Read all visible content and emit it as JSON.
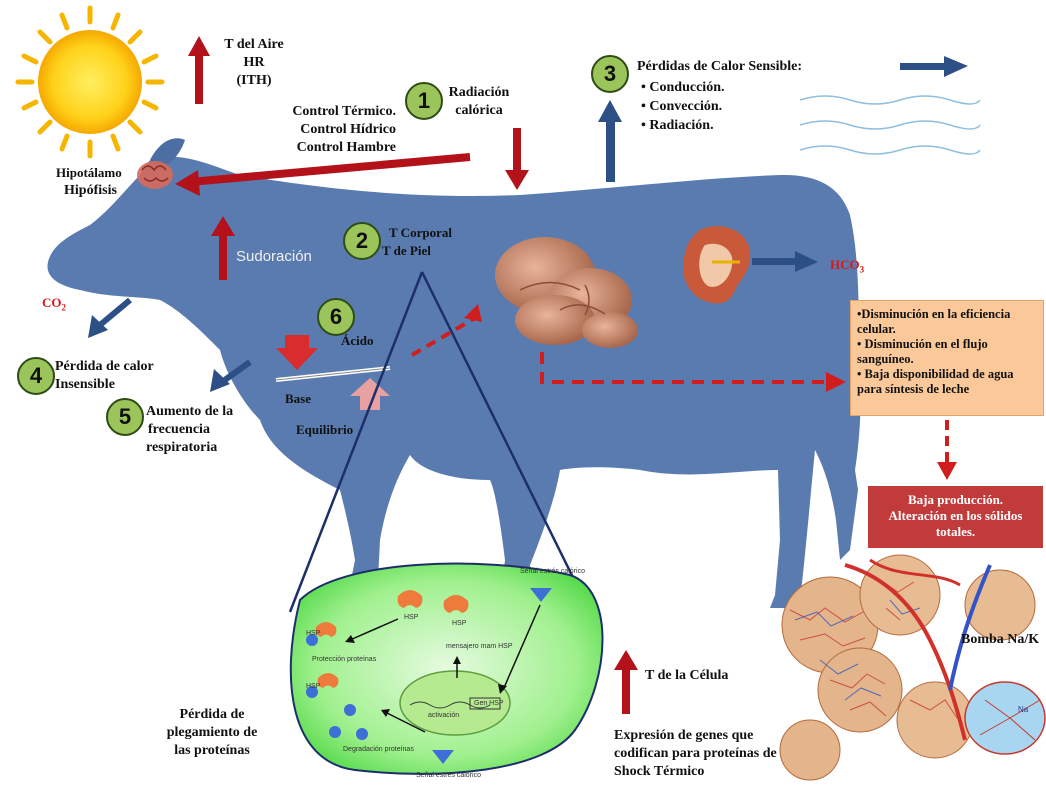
{
  "environment": {
    "lines": [
      "T del Aire",
      "HR",
      "(ITH)"
    ]
  },
  "controls": {
    "lines": [
      "Control Térmico.",
      "Control Hídrico",
      "Control Hambre"
    ]
  },
  "hypothalamus": {
    "line1": "Hipotálamo",
    "line2": "Hipófisis"
  },
  "steps": {
    "s1": {
      "num": "1",
      "lines": [
        "Radiación",
        "calórica"
      ]
    },
    "s2": {
      "num": "2",
      "lines": [
        "T Corporal",
        "T de Piel"
      ]
    },
    "s3": {
      "num": "3",
      "title": "Pérdidas de Calor Sensible:",
      "items": [
        "• Conducción.",
        "• Convección.",
        "• Radiación."
      ]
    },
    "s4": {
      "num": "4",
      "lines": [
        "Pérdida de calor",
        "Insensible"
      ]
    },
    "s5": {
      "num": "5",
      "lines": [
        "Aumento de la",
        "frecuencia",
        "respiratoria"
      ]
    },
    "s6": {
      "num": "6"
    }
  },
  "sweating": "Sudoración",
  "co2": "CO",
  "co2_sub": "2",
  "hco3": "HCO",
  "hco3_sub": "3",
  "acid_base": {
    "acid": "Ácido",
    "base": "Base",
    "balance": "Equilibrio"
  },
  "effects": [
    "•Disminución en la eficiencia celular.",
    "• Disminución en el flujo sanguíneo.",
    "• Baja disponibilidad de agua para síntesis de leche"
  ],
  "outcome": {
    "lines": [
      "Baja producción.",
      "Alteración en los sólidos",
      "totales."
    ]
  },
  "cell": {
    "signal_top": "Señal estrés calórico",
    "signal_bottom": "Señal estres calorico",
    "hsp1": "HSP",
    "hsp2": "HSP",
    "hsp_left1": "HSP",
    "hsp_left2": "HSP",
    "protection": "Protección proteínas",
    "degradation": "Degradación proteínas",
    "mrna": "mensajero mam HSP",
    "activation": "activación",
    "gene": "Gen HSP"
  },
  "cell_temp": "T de la Célula",
  "protein_loss": [
    "Pérdida de",
    "plegamiento de",
    "las proteínas"
  ],
  "gene_expression": [
    "Expresión de genes que",
    "codifican para proteínas de",
    "Shock Térmico"
  ],
  "pump": "Bomba  Na/K",
  "pump_small": "Na"
}
